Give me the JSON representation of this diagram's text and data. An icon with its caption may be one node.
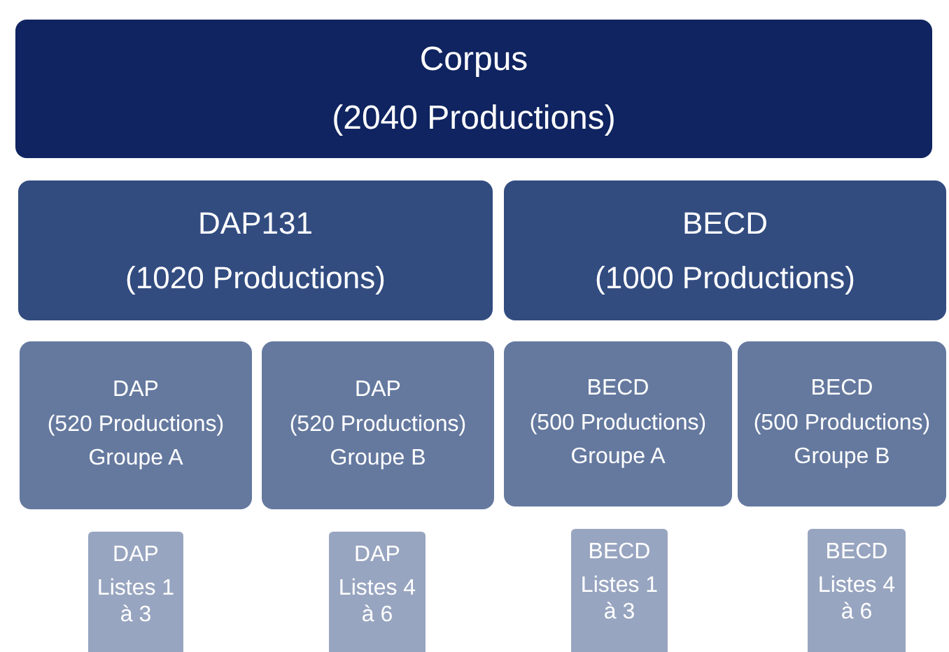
{
  "diagram": {
    "nodes": [
      {
        "text": [
          "Corpus",
          "(2040 Productions)"
        ]
      },
      {
        "text": [
          "DAP131",
          "(1020 Productions)"
        ]
      },
      {
        "text": [
          "BECD",
          "(1000 Productions)"
        ]
      },
      {
        "text": [
          "DAP",
          "(520 Productions)",
          "Groupe A"
        ]
      },
      {
        "text": [
          "DAP",
          "(520 Productions)",
          "Groupe B"
        ]
      },
      {
        "text": [
          "BECD",
          "(500 Productions)",
          "Groupe A"
        ]
      },
      {
        "text": [
          "BECD",
          "(500 Productions)",
          "Groupe B"
        ]
      },
      {
        "text": [
          "DAP",
          "Listes 1 à 3"
        ]
      },
      {
        "text": [
          "DAP",
          "Listes 4 à 6"
        ]
      },
      {
        "text": [
          "BECD",
          "Listes 1 à 3"
        ]
      },
      {
        "text": [
          "BECD",
          "Listes 4 à 6"
        ]
      }
    ]
  }
}
